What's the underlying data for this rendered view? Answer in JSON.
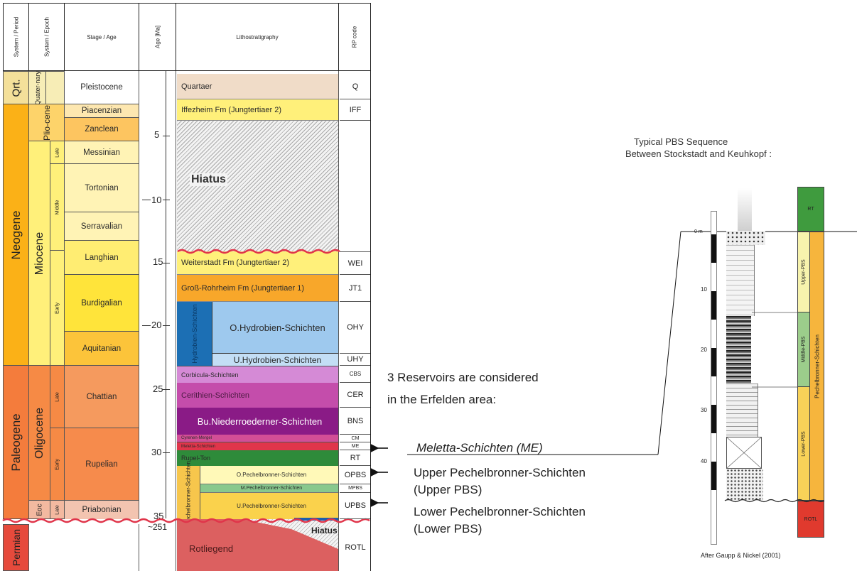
{
  "headers": {
    "system_period": "System / Period",
    "system_epoch": "System / Epoch",
    "stage_age": "Stage / Age",
    "age_ma": "Age [Ma]",
    "lithostratigraphy": "Lithostratigraphy",
    "rp_code": "RP code"
  },
  "periods": {
    "qrt": "Qrt.",
    "neogene": "Neogene",
    "paleogene": "Paleogene",
    "permian": "Permian"
  },
  "epochs": {
    "quaternary": "Quater-nary",
    "pliocene": "Plio-cene",
    "miocene": "Miocene",
    "oligocene": "Oligocene",
    "eocene": "Eoc"
  },
  "subepochs": {
    "late": "Late",
    "middle": "Middle",
    "early": "Early"
  },
  "stages": [
    "Pleistocene",
    "Piacenzian",
    "Zanclean",
    "Messinian",
    "Tortonian",
    "Serravalian",
    "Langhian",
    "Burdigalian",
    "Aquitanian",
    "Chattian",
    "Rupelian",
    "Priabonian"
  ],
  "ages": {
    "a5": "5",
    "a10": "10",
    "a15": "15",
    "a20": "20",
    "a25": "25",
    "a30": "30",
    "a35": "35",
    "a251": "~251"
  },
  "litho": {
    "quartaer": "Quartaer",
    "iffezheim": "Iffezheim Fm (Jungtertiaer 2)",
    "hiatus": "Hiatus",
    "weiterstadt": "Weiterstadt Fm (Jungtertiaer 2)",
    "gross": "Groß-Rohrheim Fm (Jungtertiaer 1)",
    "hydrobien_group": "Hydrobien-Schichten",
    "ohy": "O.Hydrobien-Schichten",
    "uhy": "U.Hydrobien-Schichten",
    "corbicula": "Corbicula-Schichten",
    "cerithien": "Cerithien-Schichten",
    "bns": "Bu.Niederroederner-Schichten",
    "cyrenen": "Cyrenen-Mergel",
    "meletta_small": "Meletta-Schichten",
    "rupel": "Rupel-Ton",
    "pbs_group": "Pechelbronner-Schichten",
    "opbs": "O.Pechelbronner-Schichten",
    "mpbs": "M.Pechelbronner-Schichten",
    "upbs": "U.Pechelbronner-Schichten",
    "hiatus2": "Hiatus",
    "rotliegend": "Rotliegend"
  },
  "codes": [
    "Q",
    "IFF",
    "WEI",
    "JT1",
    "OHY",
    "UHY",
    "CBS",
    "CER",
    "BNS",
    "CM",
    "ME",
    "RT",
    "OPBS",
    "MPBS",
    "UPBS",
    "ROTL"
  ],
  "reservoirs": {
    "intro_line1": "3 Reservoirs are considered",
    "intro_line2": "in the Erfelden area:",
    "me": "Meletta-Schichten (ME)",
    "upper1": "Upper Pechelbronner-Schichten",
    "upper2": "(Upper PBS)",
    "lower1": "Lower Pechelbronner-Schichten",
    "lower2": "(Lower PBS)"
  },
  "log": {
    "title1": "Typical PBS Sequence",
    "title2": "Between Stockstadt and Keuhkopf :",
    "depth_ticks": [
      "0 m",
      "10",
      "20",
      "30",
      "40"
    ],
    "col_upper": "Upper-PBS",
    "col_middle": "Middle-PBS",
    "col_lower": "Lower-PBS",
    "col_pbs": "Pechelbronner-Schichten",
    "top_box": "RT",
    "bottom_box": "ROTL",
    "credit": "After Gaupp & Nickel (2001)"
  },
  "colors": {
    "neogene": "#fbb117",
    "paleogene": "#f47c3c",
    "permian": "#e64a3c",
    "quaternary": "#f2e18a",
    "pink_line": "#e0354a",
    "rt_green": "#2e8b3a",
    "hydro_blue": "#9ec9ee",
    "hydro_dark": "#1c6fb4"
  }
}
